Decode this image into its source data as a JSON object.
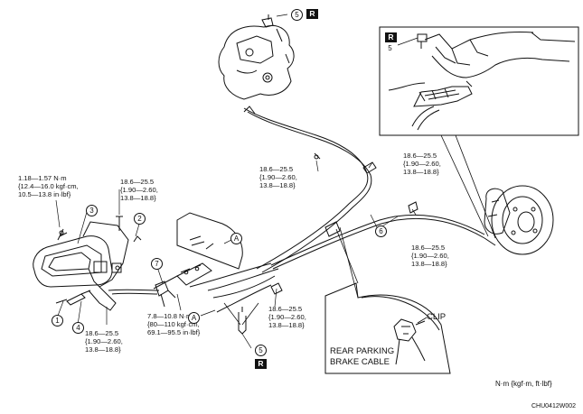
{
  "torque_labels": [
    {
      "lines": [
        "1.18—1.57 N·m",
        "{12.4—16.0 kgf·cm,",
        "10.5—13.8 in·lbf}"
      ]
    },
    {
      "lines": [
        "18.6—25.5",
        "{1.90—2.60,",
        "13.8—18.8}"
      ]
    },
    {
      "lines": [
        "18.6—25.5",
        "{1.90—2.60,",
        "13.8—18.8}"
      ]
    },
    {
      "lines": [
        "18.6—25.5",
        "{1.90—2.60,",
        "13.8—18.8}"
      ]
    },
    {
      "lines": [
        "18.6—25.5",
        "{1.90—2.60,",
        "13.8—18.8}"
      ]
    },
    {
      "lines": [
        "18.6—25.5",
        "{1.90—2.60,",
        "13.8—18.8}"
      ]
    },
    {
      "lines": [
        "18.6—25.5",
        "{1.90—2.60,",
        "13.8—18.8}"
      ]
    },
    {
      "lines": [
        "7.8—10.8 N·m",
        "{80—110 kgf·cm,",
        "69.1—95.5 in·lbf}"
      ]
    }
  ],
  "callouts": [
    "1",
    "2",
    "3",
    "4",
    "5",
    "5",
    "5",
    "6",
    "7",
    "A",
    "A"
  ],
  "r_badge": "R",
  "inset": {
    "clip": "CLIP",
    "cable_line1": "REAR PARKING",
    "cable_line2": "BRAKE CABLE"
  },
  "units_note": "N·m {kgf·m, ft·lbf}",
  "figure_code": "CHU0412W002"
}
